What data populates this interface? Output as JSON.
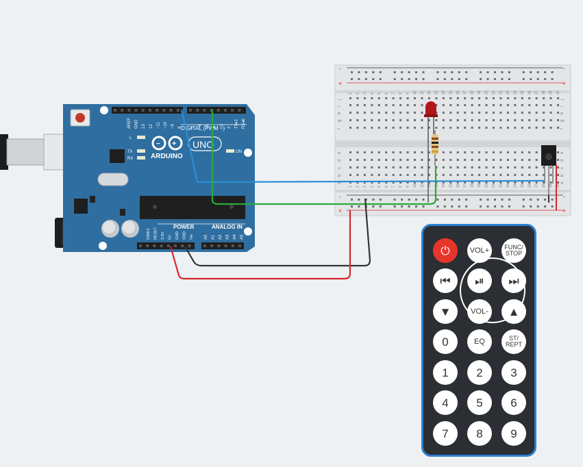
{
  "arduino": {
    "model": "UNO",
    "brand": "ARDUINO",
    "digital_header": "DIGITAL (PWM ~)",
    "power_header": "POWER",
    "analog_header": "ANALOG IN",
    "on_label": "ON",
    "l_label": "L",
    "tx_label": "TX",
    "rx_label": "RX",
    "digital_pins": [
      "AREF",
      "GND",
      "13",
      "12",
      "~11",
      "~10",
      "~9",
      "8",
      "7",
      "~6",
      "~5",
      "4",
      "~3",
      "2",
      "TX▸1",
      "RX◂0"
    ],
    "power_pins": [
      "IOREF",
      "RESET",
      "3.3V",
      "5V",
      "GND",
      "GND",
      "Vin"
    ],
    "analog_pins": [
      "A0",
      "A1",
      "A2",
      "A3",
      "A4",
      "A5"
    ]
  },
  "breadboard": {
    "row_letters_top": [
      "j",
      "i",
      "h",
      "g",
      "f"
    ],
    "row_letters_bottom": [
      "e",
      "d",
      "c",
      "b",
      "a"
    ],
    "column_numbers": [
      "1",
      "2",
      "3",
      "4",
      "5",
      "6",
      "7",
      "8",
      "9",
      "10",
      "11",
      "12",
      "13",
      "14",
      "15",
      "16",
      "17",
      "18",
      "19",
      "20",
      "21",
      "22",
      "23",
      "24",
      "25",
      "26",
      "27",
      "28",
      "29",
      "30"
    ],
    "rail_minus": "-",
    "rail_plus": "+"
  },
  "remote": {
    "buttons": [
      {
        "id": "power",
        "label": "⏻"
      },
      {
        "id": "vol-up",
        "label": "VOL+"
      },
      {
        "id": "func-stop",
        "label": "FUNC/\nSTOP"
      },
      {
        "id": "prev",
        "label": "⏮"
      },
      {
        "id": "play-pause",
        "label": "⏯"
      },
      {
        "id": "next",
        "label": "⏭"
      },
      {
        "id": "down",
        "label": "▼"
      },
      {
        "id": "vol-down",
        "label": "VOL-"
      },
      {
        "id": "up",
        "label": "▲"
      },
      {
        "id": "zero",
        "label": "0"
      },
      {
        "id": "eq",
        "label": "EQ"
      },
      {
        "id": "st-rept",
        "label": "ST/\nREPT"
      },
      {
        "id": "one",
        "label": "1"
      },
      {
        "id": "two",
        "label": "2"
      },
      {
        "id": "three",
        "label": "3"
      },
      {
        "id": "four",
        "label": "4"
      },
      {
        "id": "five",
        "label": "5"
      },
      {
        "id": "six",
        "label": "6"
      },
      {
        "id": "seven",
        "label": "7"
      },
      {
        "id": "eight",
        "label": "8"
      },
      {
        "id": "nine",
        "label": "9"
      }
    ]
  },
  "colors": {
    "canvas_bg": "#eef1f4",
    "arduino_board": "#2f6ea0",
    "wire_blue": "#2b8ed6",
    "wire_green": "#2aaa3c",
    "wire_red": "#d9262b",
    "wire_black": "#333333",
    "remote_body": "#2b2e33",
    "remote_border": "#2d7fd1",
    "led_red": "#b0171b"
  }
}
